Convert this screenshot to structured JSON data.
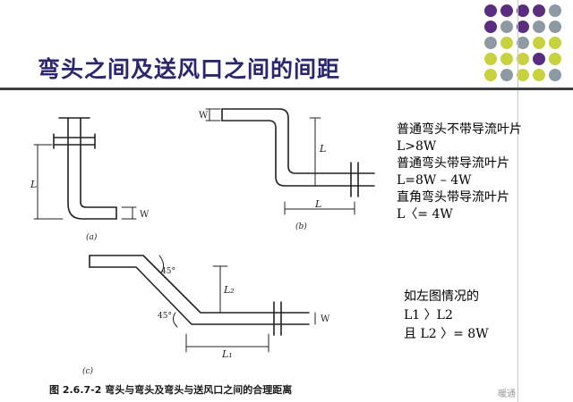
{
  "slide": {
    "title": "弯头之间及送风口之间的间距",
    "notes_top": [
      "普通弯头不带导流叶片",
      "L>8W",
      "普通弯头带导流叶片",
      "L=8W – 4W",
      "直角弯头带导流叶片",
      "L〈= 4W"
    ],
    "notes_bottom": [
      "如左图情况的",
      "L1 〉L2",
      "且 L2 〉= 8W"
    ],
    "figure_caption": "图 2.6.7-2  弯头与弯头及弯头与送风口之间的合理距离",
    "watermark": "暖通"
  },
  "drawing_labels": {
    "a_L": "L",
    "a_W": "W",
    "a_tag": "(a)",
    "b_W": "W",
    "b_L_vertical": "L",
    "b_L_horizontal": "L",
    "b_tag": "(b)",
    "c_angle_top": "45°",
    "c_angle_bottom": "45°",
    "c_L2": "L₂",
    "c_L1": "L₁",
    "c_W": "W",
    "c_tag": "(c)"
  },
  "colors": {
    "title": "#2b2670",
    "dot_purple": "#5a2d80",
    "dot_gray": "#8e9aa3",
    "dot_yellow": "#c8d23c"
  }
}
